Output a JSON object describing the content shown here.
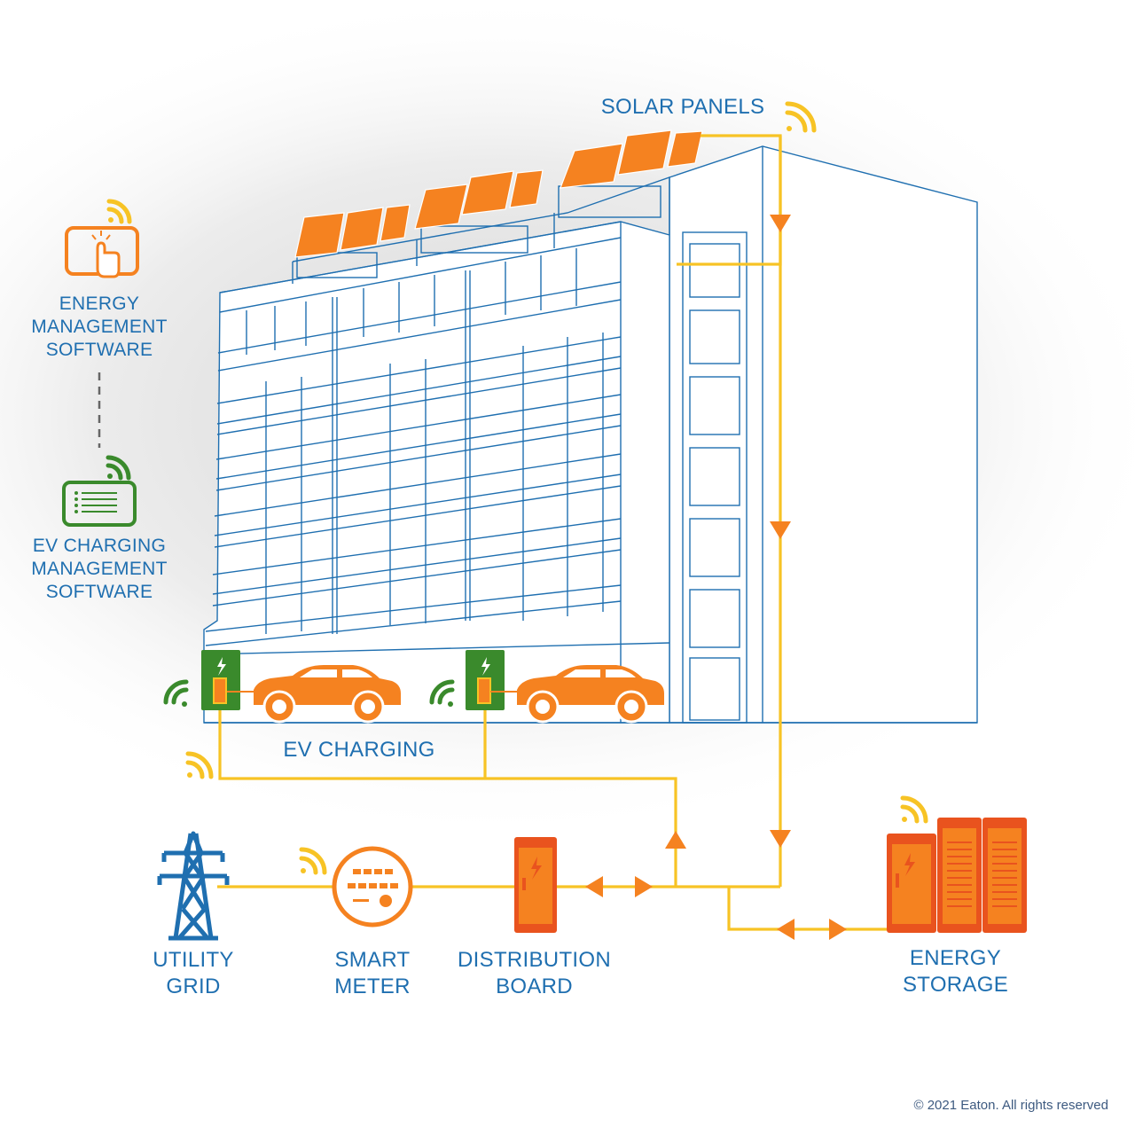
{
  "colors": {
    "blue": "#1f6fb0",
    "orange": "#f58220",
    "red_orange": "#e9531e",
    "yellow": "#f7c325",
    "green": "#3a8a2c",
    "gray": "#666666"
  },
  "labels": {
    "solar_panels": "SOLAR PANELS",
    "energy_management": [
      "ENERGY",
      "MANAGEMENT",
      "SOFTWARE"
    ],
    "ev_charging_management": [
      "EV CHARGING",
      "MANAGEMENT",
      "SOFTWARE"
    ],
    "ev_charging": "EV CHARGING",
    "utility_grid": [
      "UTILITY",
      "GRID"
    ],
    "smart_meter": [
      "SMART",
      "METER"
    ],
    "distribution_board": [
      "DISTRIBUTION",
      "BOARD"
    ],
    "energy_storage": [
      "ENERGY",
      "STORAGE"
    ]
  },
  "icons": {
    "energy_management": "touch-screen-icon",
    "ev_charging_management": "dashboard-list-icon",
    "wireless": "wifi-signal-icon",
    "charger": "lightning-bolt-icon",
    "car": "car-icon",
    "utility_grid": "power-pylon-icon",
    "smart_meter": "meter-icon",
    "distribution_board": "cabinet-icon",
    "energy_storage": "battery-rack-icon"
  },
  "footer": {
    "copyright": "© 2021 Eaton. All rights reserved"
  }
}
